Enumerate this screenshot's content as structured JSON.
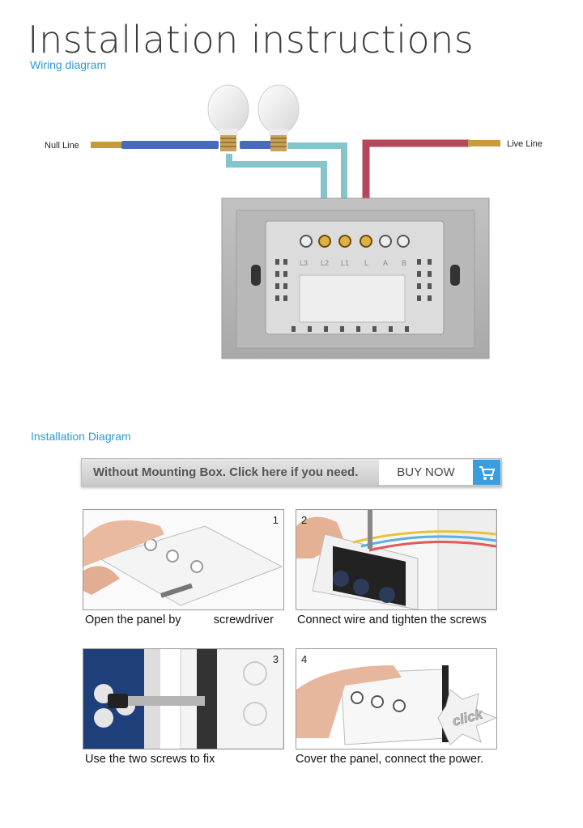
{
  "header": {
    "title": "Installation instructions",
    "subtitle": "Wiring diagram"
  },
  "wiring": {
    "null_label": "Null Line",
    "live_label": "Live Line",
    "terminal_labels": [
      "L3",
      "L2",
      "L1",
      "L",
      "A",
      "B"
    ],
    "colors": {
      "null_wire": "#4a6bbd",
      "load_wire": "#86c4cc",
      "live_wire": "#b5485a",
      "copper": "#c89a3a",
      "accent": "#2a9bd7"
    }
  },
  "install": {
    "section_title": "Installation Diagram",
    "banner_text": "Without Mounting Box. Click here if you need.",
    "buy_label": "BUY NOW",
    "cart_icon": "shopping-cart-icon",
    "steps": [
      {
        "number": "1",
        "caption": "Open the panel by          screwdriver"
      },
      {
        "number": "2",
        "caption": "Connect wire and tighten the screws"
      },
      {
        "number": "3",
        "caption": "Use the two screws to fix"
      },
      {
        "number": "4",
        "caption": "Cover the panel, connect the power."
      }
    ],
    "click_badge": "click"
  }
}
